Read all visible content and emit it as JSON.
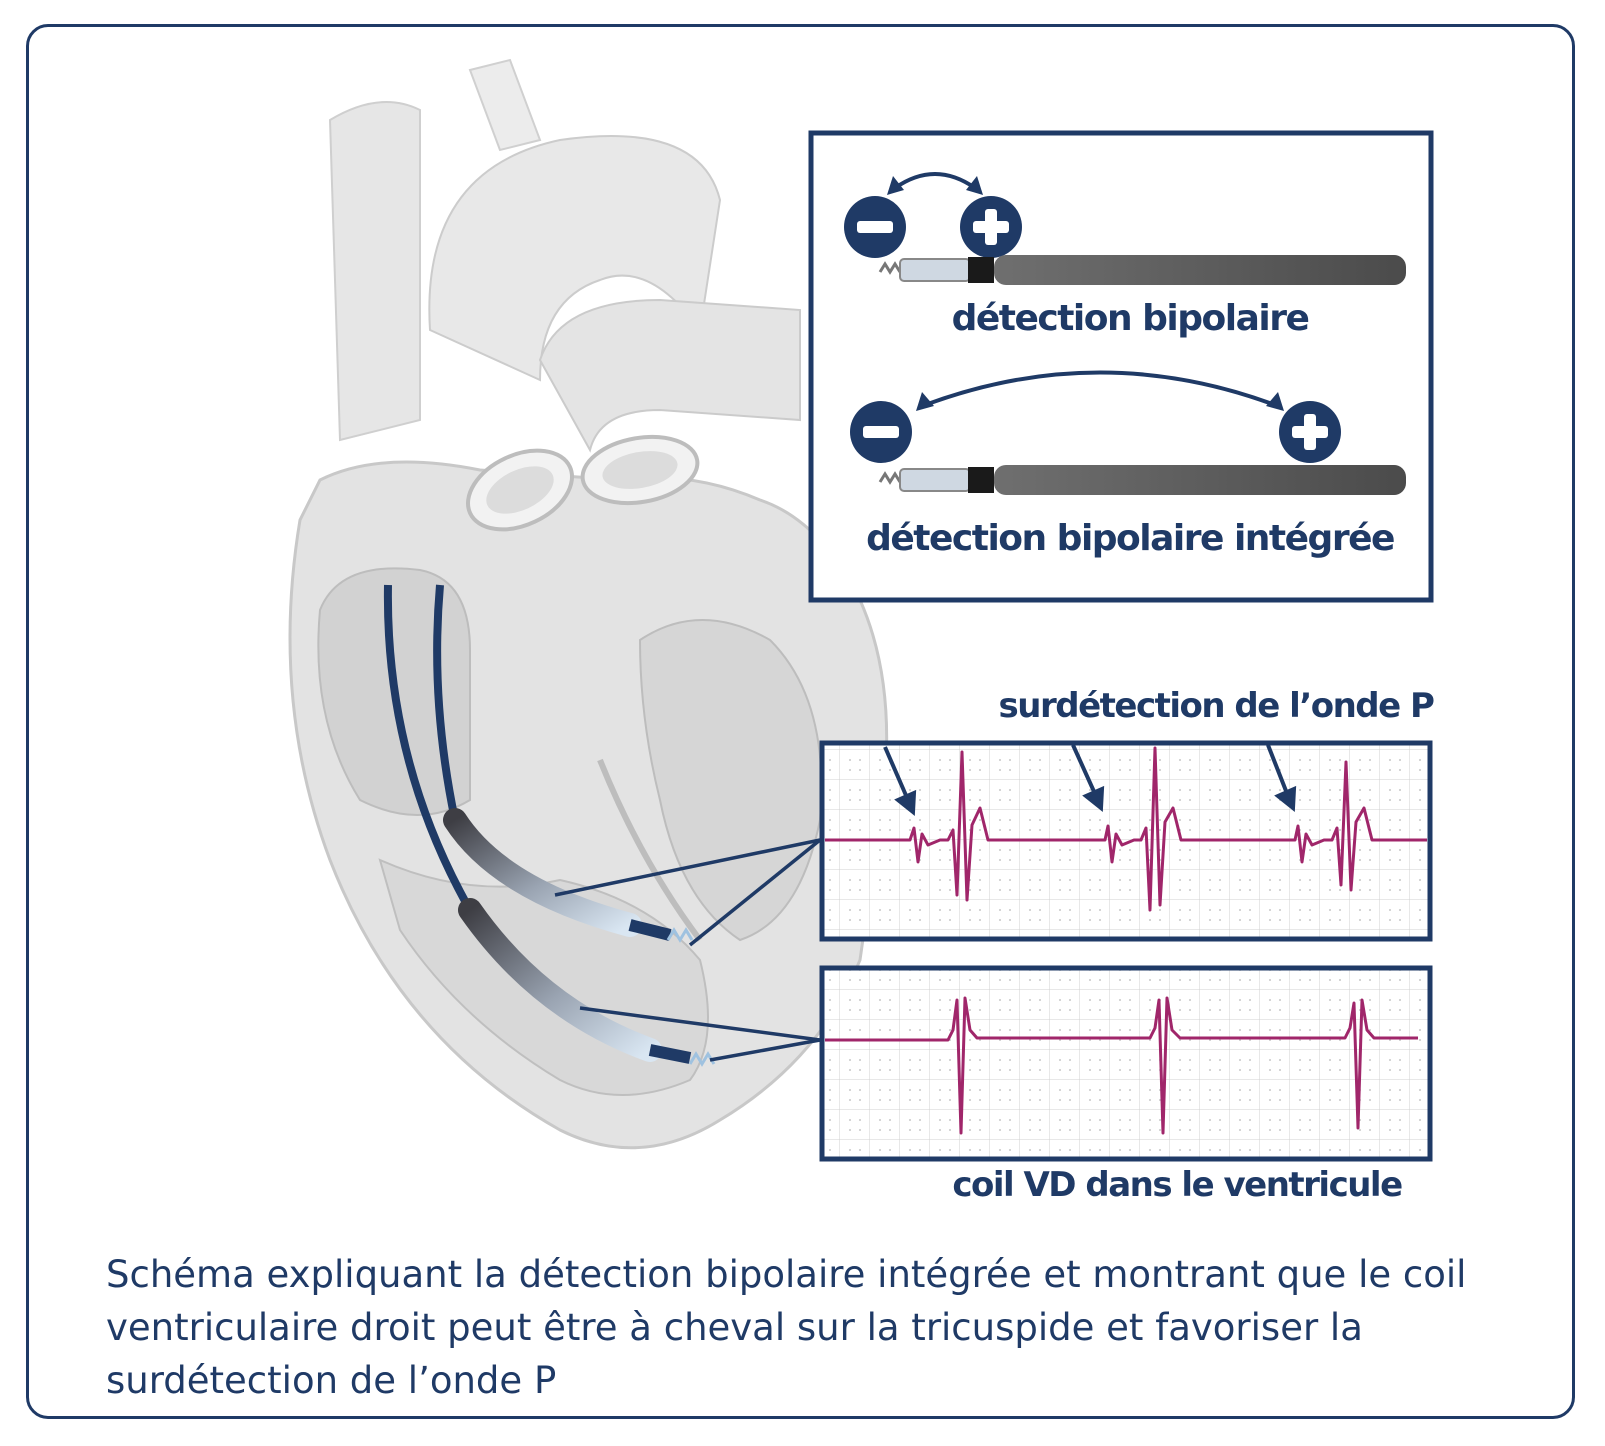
{
  "colors": {
    "navy": "#1f3a66",
    "ecg_trace": "#a0266a",
    "grid": "#c9c9c9",
    "heart_fill": "#e3e3e3"
  },
  "icons": {
    "minus": "minus-sign-icon",
    "plus": "plus-sign-icon"
  },
  "inset_top": {
    "label_bipolar": "détection bipolaire",
    "label_integrated": "détection bipolaire intégrée"
  },
  "ecg": {
    "label_p_wave": "surdétection de l’onde P",
    "label_coil": "coil VD dans le ventricule"
  },
  "caption": "Schéma expliquant la détection bipolaire intégrée et montrant que le coil ventriculaire droit peut être à cheval sur la tricuspide et favoriser la surdétection de l’onde P"
}
